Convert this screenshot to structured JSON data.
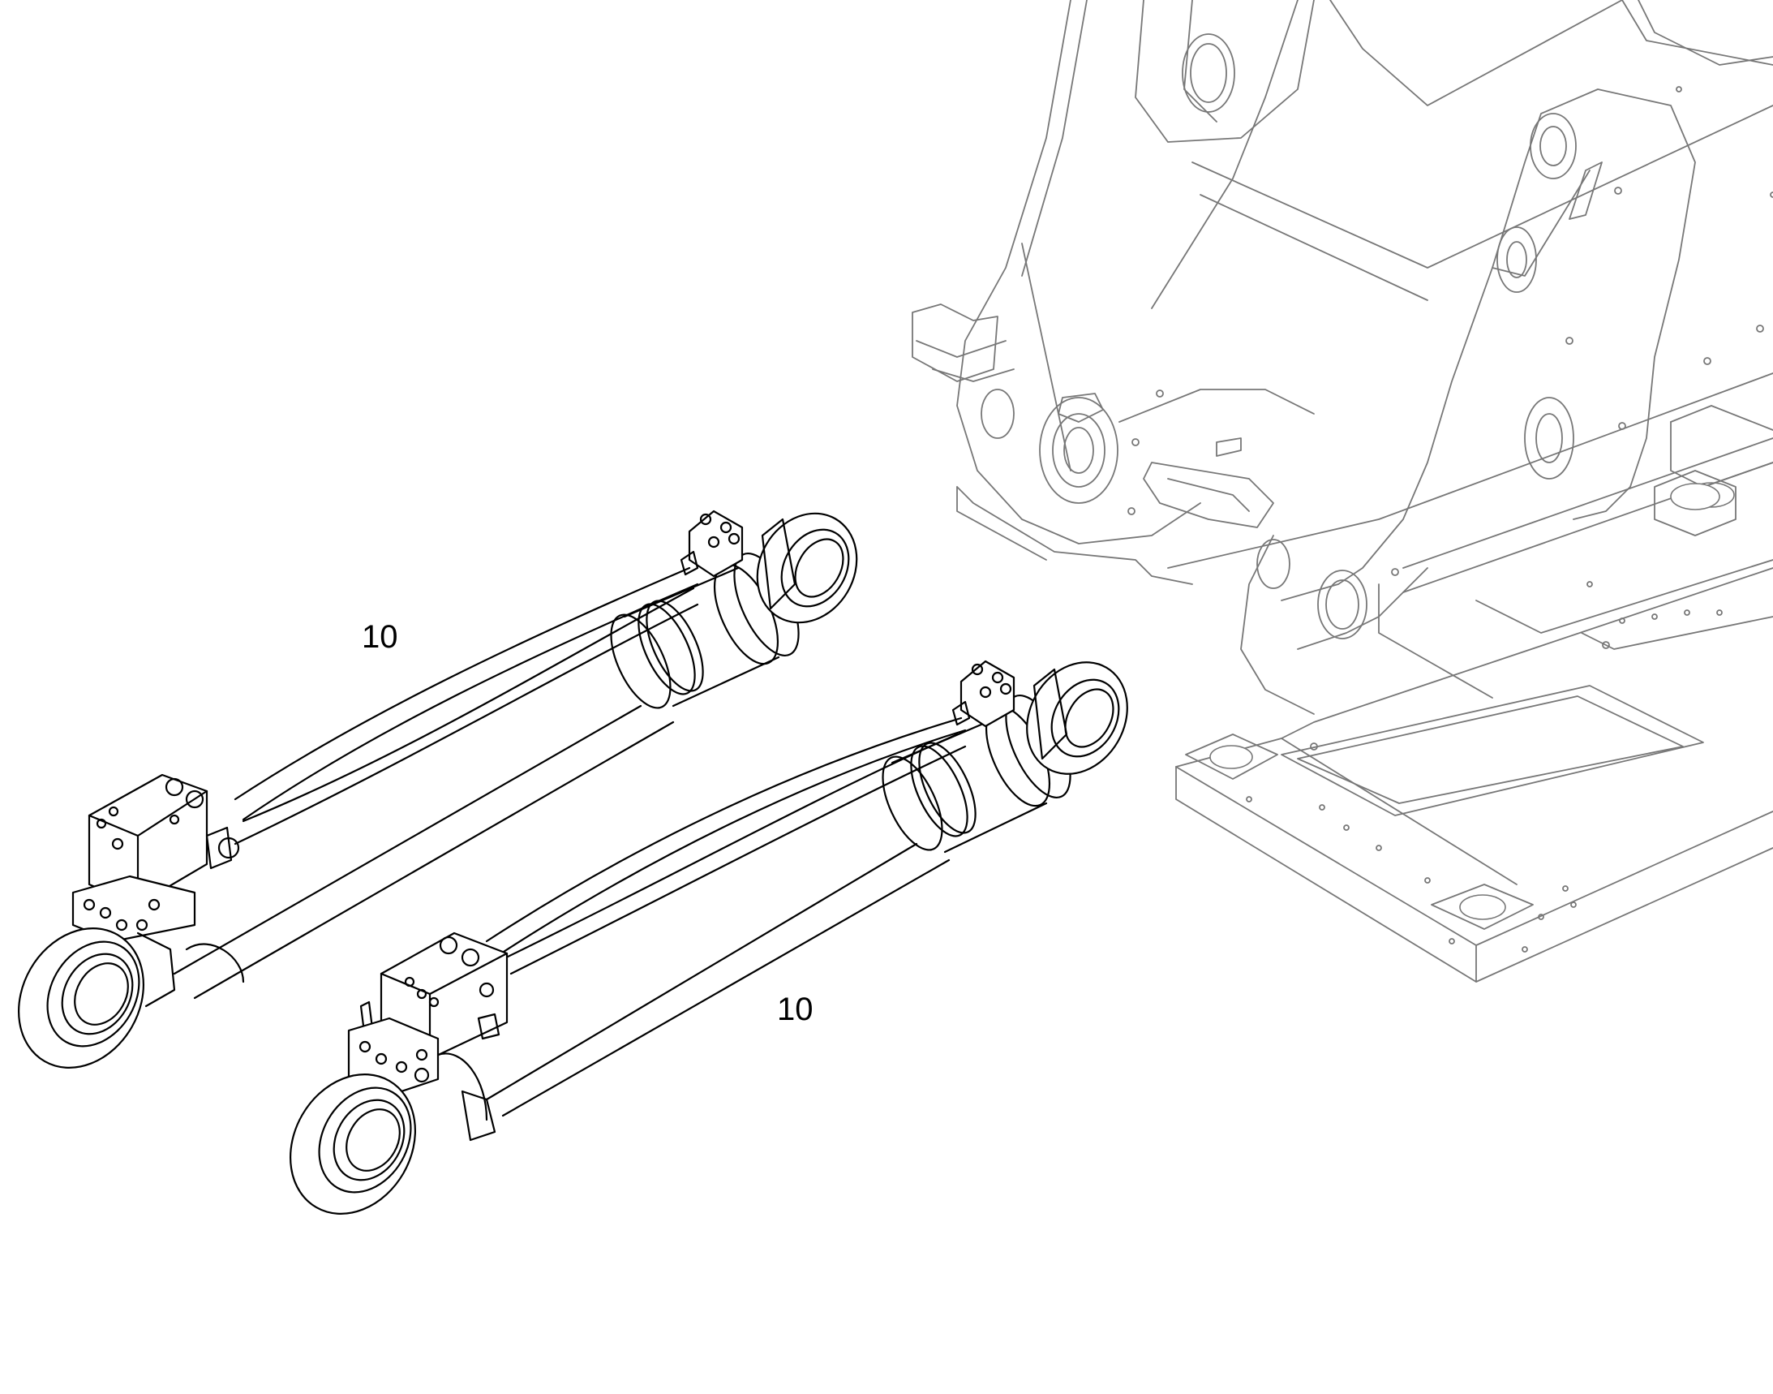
{
  "callouts": [
    {
      "id": "upper-cylinder",
      "label": "10"
    },
    {
      "id": "lower-cylinder",
      "label": "10"
    }
  ],
  "colors": {
    "line": "#000000",
    "frame_line": "#777777",
    "background": "#ffffff"
  }
}
